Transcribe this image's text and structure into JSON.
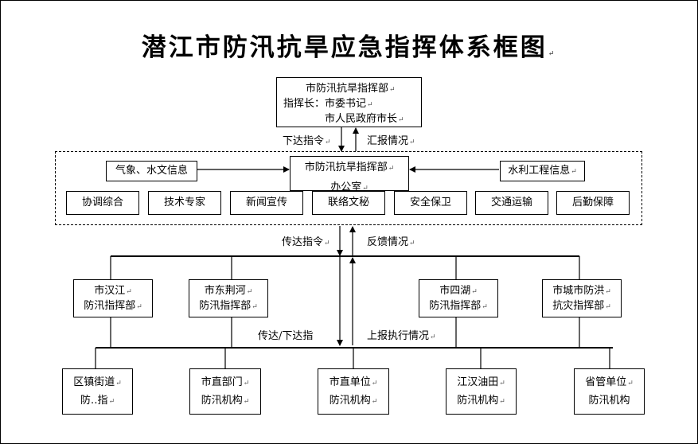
{
  "title": "潜江市防汛抗旱应急指挥体系框图",
  "hq": {
    "line1": "市防汛抗旱指挥部",
    "line2": "指挥长：市委书记",
    "line3": "市人民政府市长"
  },
  "arrows": {
    "issue_orders": "下达指令",
    "report_status": "汇报情况",
    "relay_orders": "传达指令",
    "feedback": "反馈情况",
    "relay_issue": "传达/下达指",
    "report_execution": "上报执行情况"
  },
  "office": {
    "line1": "市防汛抗旱指挥部",
    "line2": "办公室",
    "left_input": "气象、水文信息",
    "right_input": "水利工程信息"
  },
  "groups": [
    "协调综合",
    "技术专家",
    "新闻宣传",
    "联络文秘",
    "安全保卫",
    "交通运输",
    "后勤保障"
  ],
  "districts": [
    {
      "line1": "市汉江",
      "line2": "防汛指挥部"
    },
    {
      "line1": "市东荆河",
      "line2": "防汛指挥部"
    },
    {
      "line1": "市四湖",
      "line2": "防汛指挥部"
    },
    {
      "line1": "市城市防洪",
      "line2": "抗灾指挥部"
    }
  ],
  "units": [
    {
      "line1": "区镇街道",
      "line2": "防‥指"
    },
    {
      "line1": "市直部门",
      "line2": "防汛机构"
    },
    {
      "line1": "市直单位",
      "line2": "防汛机构"
    },
    {
      "line1": "江汉油田",
      "line2": "防汛机构"
    },
    {
      "line1": "省管单位",
      "line2": "防汛机构"
    }
  ],
  "mark_glyph": "↵"
}
